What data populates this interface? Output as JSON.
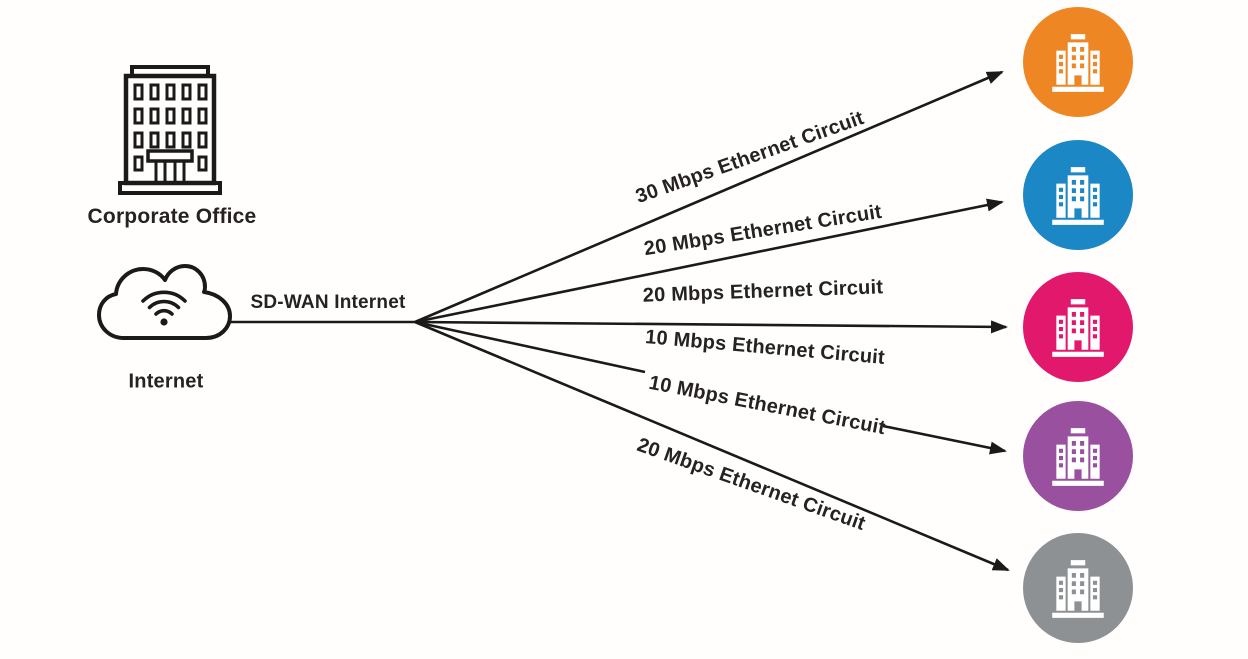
{
  "nodes": {
    "corporate_office": {
      "label": "Corporate Office"
    },
    "internet_cloud": {
      "label": "Internet"
    }
  },
  "sdwan": {
    "label": "SD-WAN Internet"
  },
  "circuits": [
    {
      "label": "30 Mbps Ethernet Circuit"
    },
    {
      "label": "20 Mbps Ethernet Circuit"
    },
    {
      "label": "20 Mbps Ethernet Circuit"
    },
    {
      "label": "10 Mbps Ethernet Circuit"
    },
    {
      "label": "10 Mbps Ethernet Circuit"
    },
    {
      "label": "20 Mbps Ethernet Circuit"
    }
  ],
  "branches": [
    {
      "color": "#EE8723"
    },
    {
      "color": "#1C87C5"
    },
    {
      "color": "#E2186C"
    },
    {
      "color": "#99519F"
    },
    {
      "color": "#8E9194"
    }
  ],
  "colors": {
    "background": "#FFFEFD",
    "line": "#1A1A1A",
    "text": "#262223"
  }
}
